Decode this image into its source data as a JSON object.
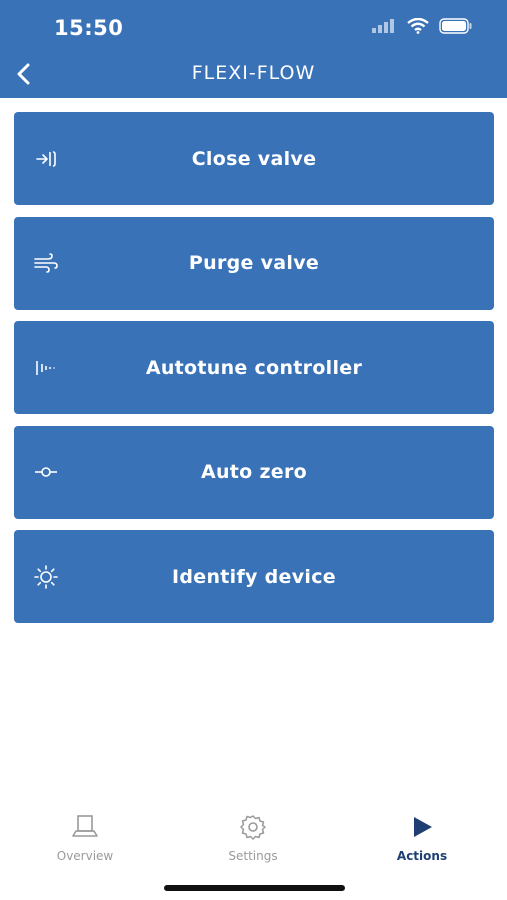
{
  "status_bar": {
    "time": "15:50"
  },
  "nav": {
    "title": "FLEXI-FLOW"
  },
  "actions": [
    {
      "label": "Close valve",
      "icon": "close-valve-icon"
    },
    {
      "label": "Purge valve",
      "icon": "purge-icon"
    },
    {
      "label": "Autotune controller",
      "icon": "autotune-icon"
    },
    {
      "label": "Auto zero",
      "icon": "auto-zero-icon"
    },
    {
      "label": "Identify device",
      "icon": "identify-icon"
    }
  ],
  "tabs": [
    {
      "label": "Overview",
      "icon": "overview-icon",
      "active": false
    },
    {
      "label": "Settings",
      "icon": "gear-icon",
      "active": false
    },
    {
      "label": "Actions",
      "icon": "play-icon",
      "active": true
    }
  ],
  "colors": {
    "primary": "#3a72b8",
    "active_tab": "#1f3f74",
    "inactive_tab": "#9a9a9a"
  }
}
